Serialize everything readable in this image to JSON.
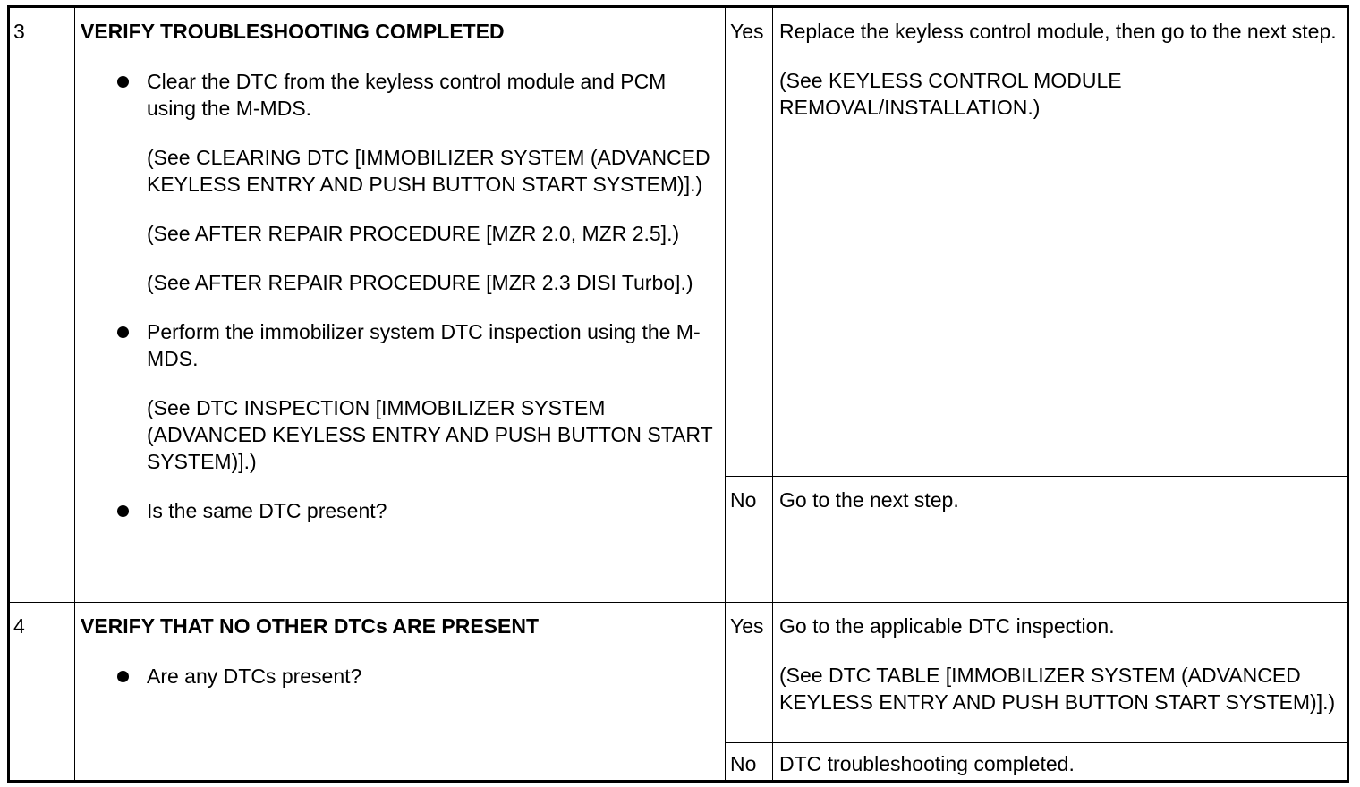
{
  "rows": [
    {
      "step": "3",
      "title": "VERIFY TROUBLESHOOTING COMPLETED",
      "bullets": [
        {
          "text": "Clear the DTC from the keyless control module and PCM using the M-MDS.",
          "refs": [
            "(See CLEARING DTC [IMMOBILIZER SYSTEM (ADVANCED KEYLESS ENTRY AND PUSH BUTTON START SYSTEM)].)",
            "(See AFTER REPAIR PROCEDURE [MZR 2.0, MZR 2.5].)",
            "(See AFTER REPAIR PROCEDURE [MZR 2.3 DISI Turbo].)"
          ]
        },
        {
          "text": "Perform the immobilizer system DTC inspection using the M-MDS.",
          "refs": [
            "(See DTC INSPECTION [IMMOBILIZER SYSTEM (ADVANCED KEYLESS ENTRY AND PUSH BUTTON START SYSTEM)].)"
          ]
        },
        {
          "text": "Is the same DTC present?",
          "refs": []
        }
      ],
      "yes_label": "Yes",
      "yes_text": "Replace the keyless control module, then go to the next step.",
      "yes_ref": "(See KEYLESS CONTROL MODULE REMOVAL/INSTALLATION.)",
      "no_label": "No",
      "no_text": "Go to the next step."
    },
    {
      "step": "4",
      "title": "VERIFY THAT NO OTHER DTCs ARE PRESENT",
      "bullets": [
        {
          "text": "Are any DTCs present?",
          "refs": []
        }
      ],
      "yes_label": "Yes",
      "yes_text": "Go to the applicable DTC inspection.",
      "yes_ref": "(See DTC TABLE [IMMOBILIZER SYSTEM (ADVANCED KEYLESS ENTRY AND PUSH BUTTON START SYSTEM)].)",
      "no_label": "No",
      "no_text": "DTC troubleshooting completed."
    }
  ]
}
